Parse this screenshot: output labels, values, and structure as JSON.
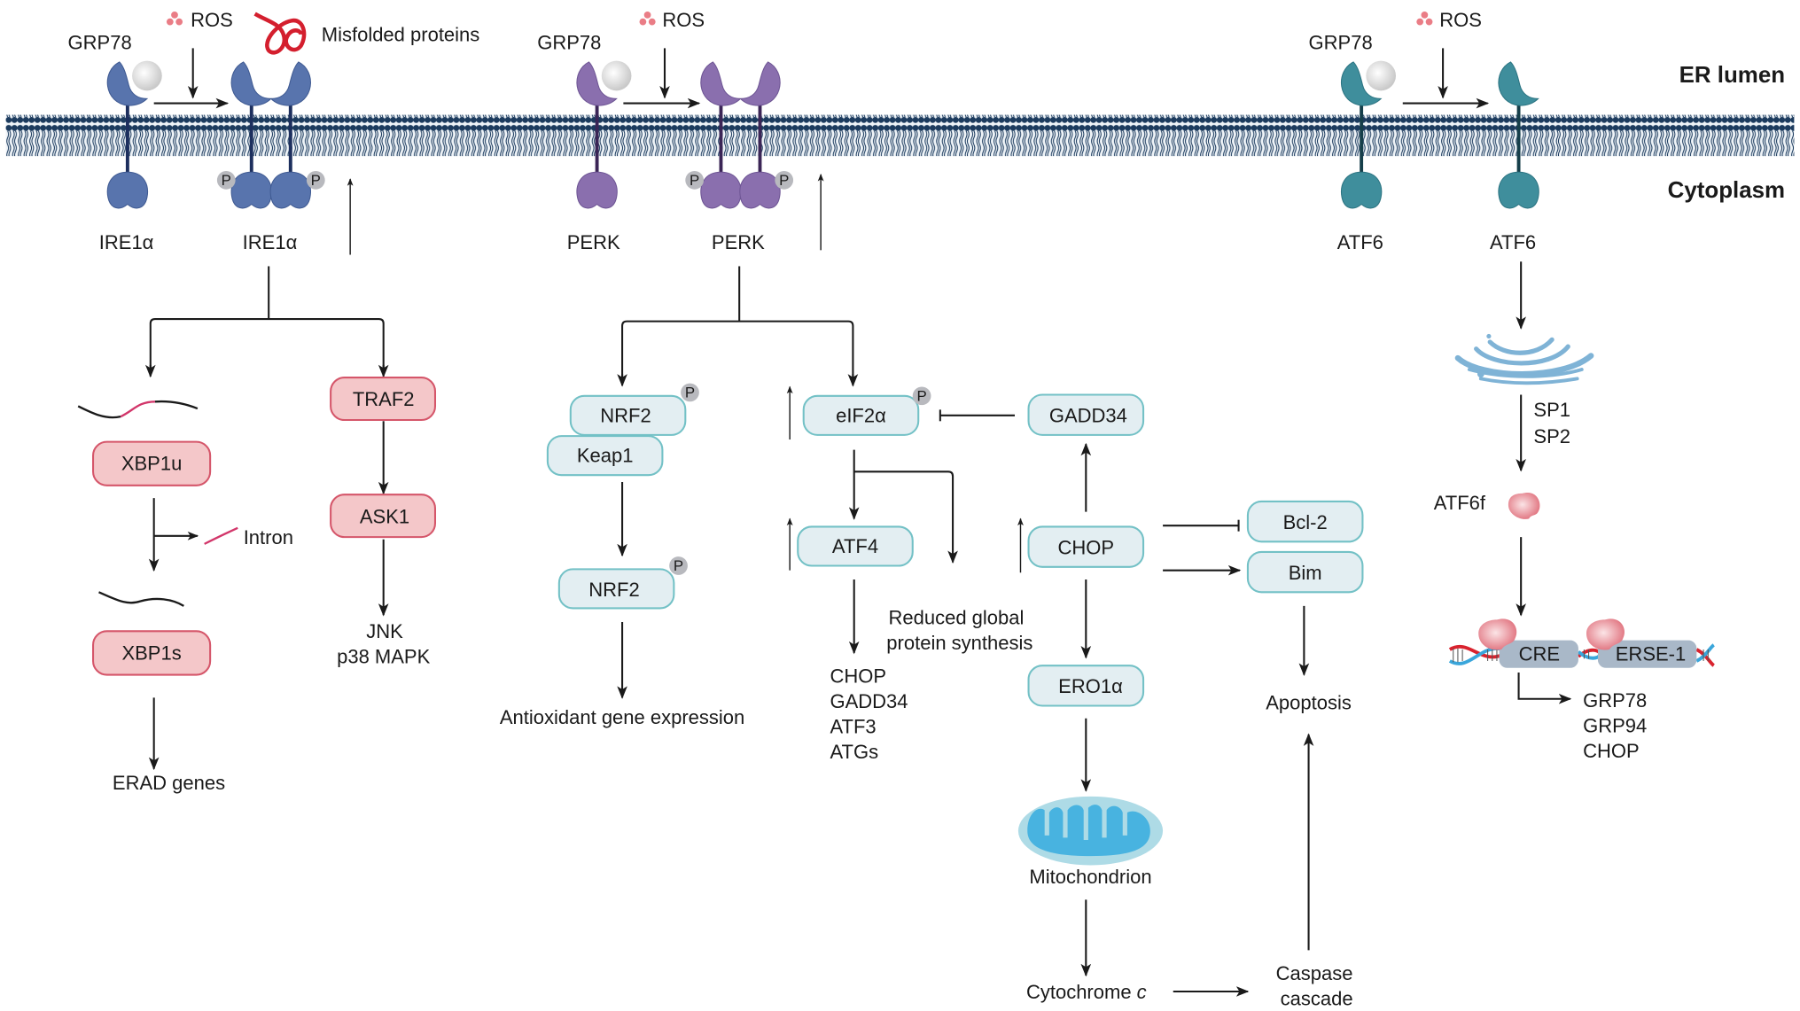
{
  "regions": {
    "er_lumen": "ER lumen",
    "cytoplasm": "Cytoplasm"
  },
  "colors": {
    "ire1": "#5874ad",
    "ire1_stem": "#1d2f5e",
    "perk": "#8a6fae",
    "perk_stem": "#3b2556",
    "atf6": "#3f8e9c",
    "atf6_stem": "#163f4a",
    "membrane": "#1c3b5e",
    "ros": "#ea7d86",
    "misfolded": "#d41f2e",
    "pink_box": "#f4c7c9",
    "cyan_box": "#e3eef2"
  },
  "common": {
    "ros": "ROS",
    "grp78": "GRP78",
    "phospho": "P"
  },
  "ire1": {
    "misfolded": "Misfolded proteins",
    "inactive_label": "IRE1α",
    "active_label": "IRE1α",
    "xbp1u": "XBP1u",
    "intron": "Intron",
    "xbp1s": "XBP1s",
    "erad": "ERAD genes",
    "traf2": "TRAF2",
    "ask1": "ASK1",
    "jnk": "JNK",
    "p38": "p38 MAPK"
  },
  "perk": {
    "inactive_label": "PERK",
    "active_label": "PERK",
    "nrf2": "NRF2",
    "keap1": "Keap1",
    "nrf2_p": "NRF2",
    "antioxidant": "Antioxidant gene expression",
    "eif2a": "eIF2α",
    "atf4": "ATF4",
    "atf4_targets": [
      "CHOP",
      "GADD34",
      "ATF3",
      "ATGs"
    ],
    "reduced": [
      "Reduced global",
      "protein synthesis"
    ],
    "gadd34": "GADD34",
    "chop": "CHOP",
    "ero1a": "ERO1α",
    "mitochondrion": "Mitochondrion",
    "cytochrome": "Cytochrome ",
    "cytochrome_italic": "c",
    "caspase": [
      "Caspase",
      "cascade"
    ],
    "bcl2": "Bcl-2",
    "bim": "Bim",
    "apoptosis": "Apoptosis"
  },
  "atf6": {
    "inactive_label": "ATF6",
    "active_label": "ATF6",
    "sp": [
      "SP1",
      "SP2"
    ],
    "atf6f": "ATF6f",
    "cre": "CRE",
    "erse": "ERSE-1",
    "targets": [
      "GRP78",
      "GRP94",
      "CHOP"
    ]
  }
}
